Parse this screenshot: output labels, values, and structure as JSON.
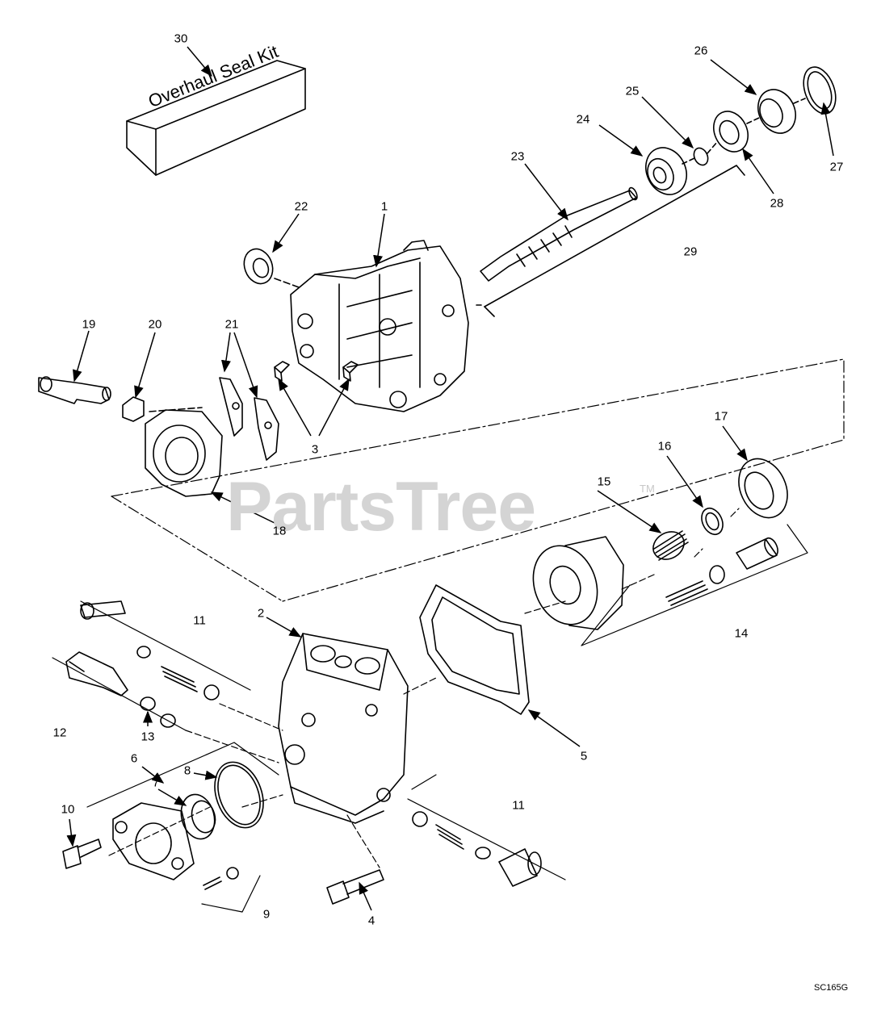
{
  "watermark": {
    "text": "PartsTree",
    "trademark": "TM"
  },
  "drawing_code": "SC165G",
  "kit": {
    "label": "Overhaul Seal Kit"
  },
  "callouts": [
    {
      "id": "1",
      "text": "1"
    },
    {
      "id": "2",
      "text": "2"
    },
    {
      "id": "3",
      "text": "3"
    },
    {
      "id": "4",
      "text": "4"
    },
    {
      "id": "5",
      "text": "5"
    },
    {
      "id": "6",
      "text": "6"
    },
    {
      "id": "7",
      "text": "7"
    },
    {
      "id": "8",
      "text": "8"
    },
    {
      "id": "9",
      "text": "9"
    },
    {
      "id": "10",
      "text": "10"
    },
    {
      "id": "11a",
      "text": "11"
    },
    {
      "id": "11b",
      "text": "11"
    },
    {
      "id": "12",
      "text": "12"
    },
    {
      "id": "13",
      "text": "13"
    },
    {
      "id": "14",
      "text": "14"
    },
    {
      "id": "15",
      "text": "15"
    },
    {
      "id": "16",
      "text": "16"
    },
    {
      "id": "17",
      "text": "17"
    },
    {
      "id": "18",
      "text": "18"
    },
    {
      "id": "19",
      "text": "19"
    },
    {
      "id": "20",
      "text": "20"
    },
    {
      "id": "21",
      "text": "21"
    },
    {
      "id": "22",
      "text": "22"
    },
    {
      "id": "23",
      "text": "23"
    },
    {
      "id": "24",
      "text": "24"
    },
    {
      "id": "25",
      "text": "25"
    },
    {
      "id": "26",
      "text": "26"
    },
    {
      "id": "27",
      "text": "27"
    },
    {
      "id": "28",
      "text": "28"
    },
    {
      "id": "29",
      "text": "29"
    },
    {
      "id": "30",
      "text": "30"
    }
  ]
}
